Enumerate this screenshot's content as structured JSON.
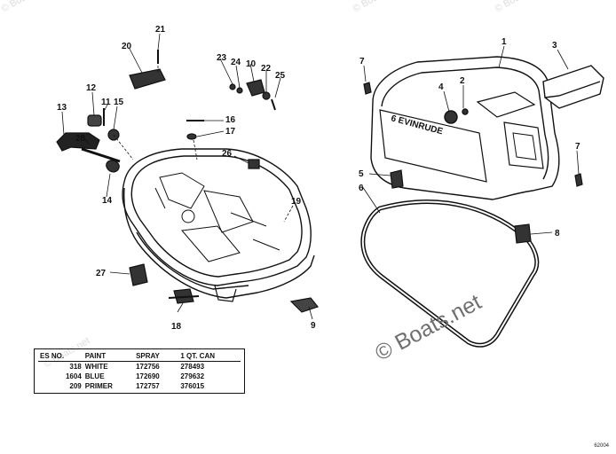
{
  "callouts": [
    "1",
    "2",
    "3",
    "4",
    "5",
    "6",
    "7",
    "8",
    "9",
    "10",
    "11",
    "12",
    "13",
    "14",
    "15",
    "16",
    "17",
    "18",
    "19",
    "20",
    "21",
    "22",
    "23",
    "24",
    "25",
    "26",
    "27",
    "28"
  ],
  "cowl_logo": "6 EVINRUDE",
  "paint_table": {
    "headers": [
      "ES NO.",
      "PAINT",
      "SPRAY",
      "1 QT. CAN"
    ],
    "rows": [
      [
        "318",
        "WHITE",
        "172756",
        "278493"
      ],
      [
        "1604",
        "BLUE",
        "172690",
        "279632"
      ],
      [
        "209",
        "PRIMER",
        "172757",
        "376015"
      ]
    ]
  },
  "watermark": "© Boats.net",
  "figure_id": "62004"
}
